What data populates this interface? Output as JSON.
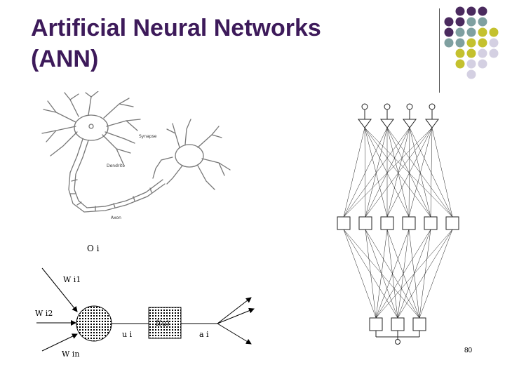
{
  "slide": {
    "title_line1": "Artificial Neural Networks",
    "title_line2": "(ANN)",
    "page_number": "80"
  },
  "colors": {
    "title": "#3d1a5a",
    "dot_purple": "#4a2a5e",
    "dot_teal": "#7fa0a0",
    "dot_olive": "#c4c12e",
    "dot_lilac": "#d4d0e2"
  },
  "neuron_sketch": {
    "synapse_label": "Synapse",
    "dendrite_label": "Dendrite",
    "axon_label": "Axon"
  },
  "neuron_model": {
    "output_label": "O i",
    "input_weight_1": "W i1",
    "input_weight_2": "W i2",
    "input_weight_n": "W in",
    "net_input_label": "u i",
    "activation_label": "a i",
    "function_label": "f(u)"
  },
  "network": {
    "top_layer_nodes": 4,
    "hidden_layer_nodes": 6,
    "input_layer_nodes": 3
  }
}
